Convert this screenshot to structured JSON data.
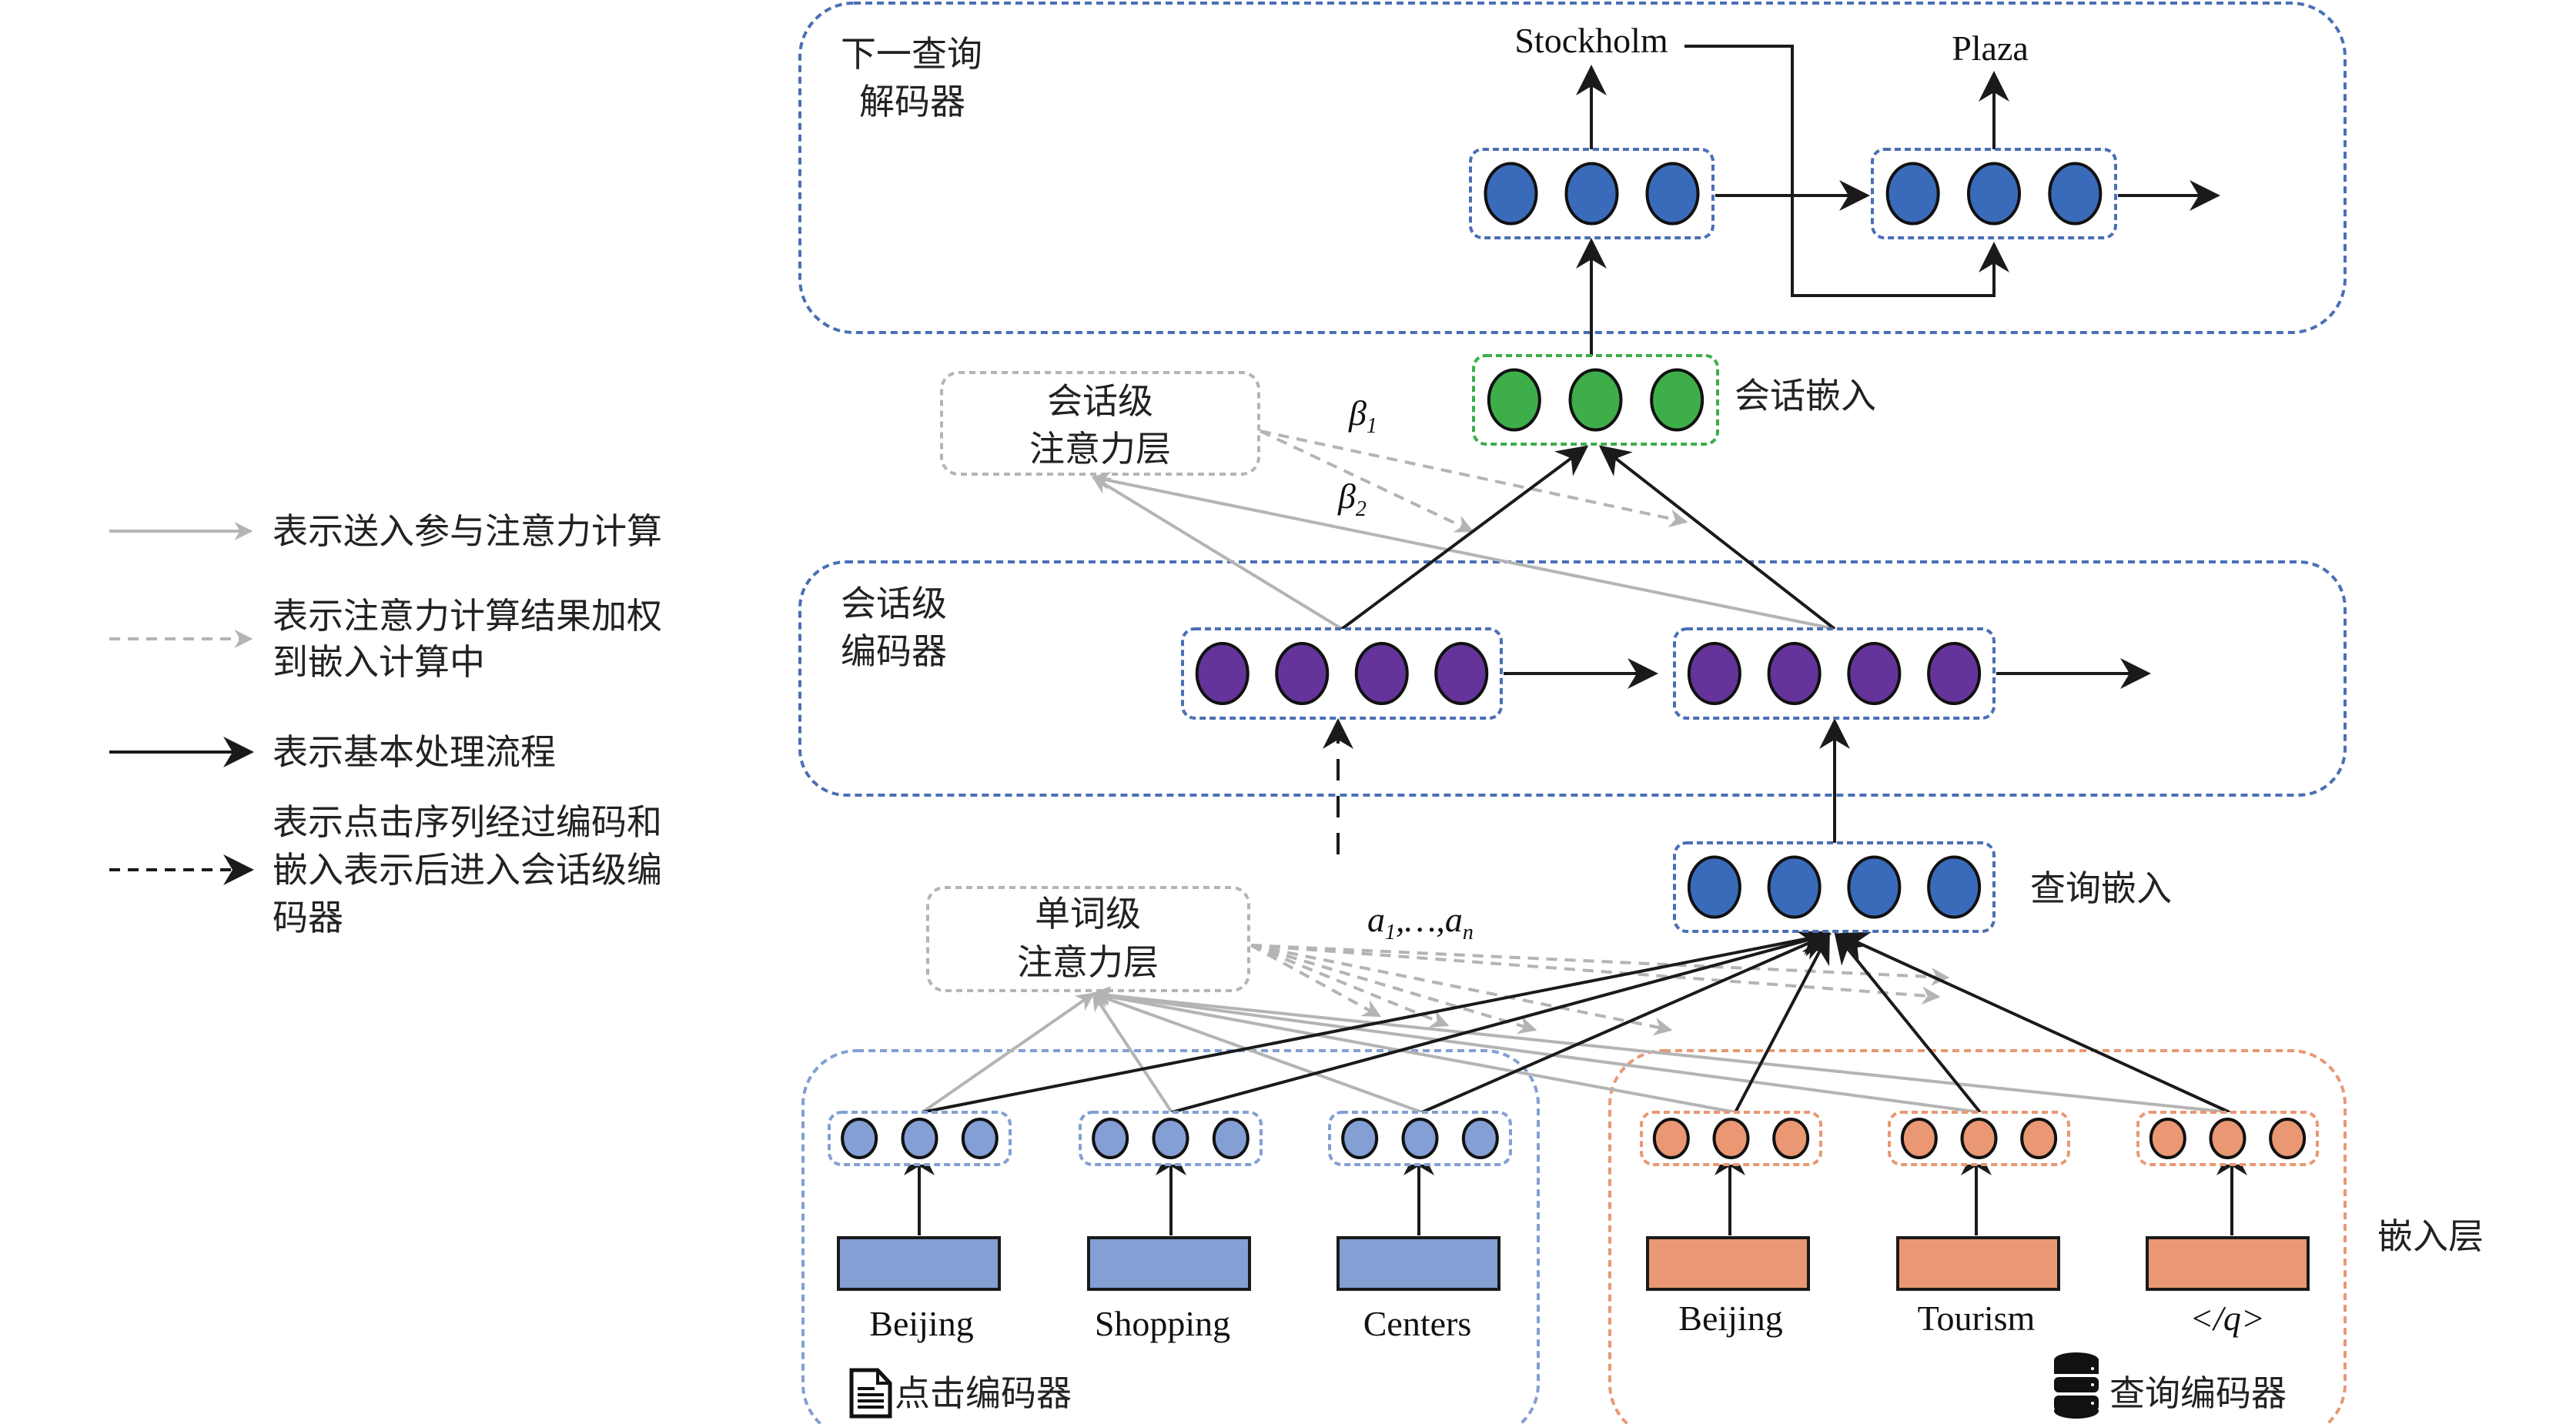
{
  "diagram": {
    "decoder": {
      "label_line1": "下一查询",
      "label_line2": "解码器",
      "outputs": [
        "Stockholm",
        "Plaza"
      ]
    },
    "session_embedding": {
      "label": "会话嵌入"
    },
    "session_attention": {
      "label_line1": "会话级",
      "label_line2": "注意力层",
      "weights": [
        "β",
        "β"
      ],
      "weight_subs": [
        "1",
        "2"
      ]
    },
    "session_encoder": {
      "label_line1": "会话级",
      "label_line2": "编码器"
    },
    "query_embedding": {
      "label": "查询嵌入"
    },
    "word_attention": {
      "label_line1": "单词级",
      "label_line2": "注意力层",
      "weights_text": "a",
      "weights_sub1": "1",
      "weights_mid": ",…,a",
      "weights_subn": "n"
    },
    "click_encoder": {
      "label": "点击编码器",
      "icon": "document-icon",
      "words": [
        "Beijing",
        "Shopping",
        "Centers"
      ]
    },
    "query_encoder": {
      "label": "查询编码器",
      "icon": "database-icon",
      "words": [
        "Beijing",
        "Tourism",
        "</q>"
      ]
    },
    "embedding_layer": {
      "label": "嵌入层"
    },
    "legend": [
      {
        "style": "gray-solid",
        "lines": [
          "表示送入参与注意力计算"
        ]
      },
      {
        "style": "gray-dashed",
        "lines": [
          "表示注意力计算结果加权",
          "到嵌入计算中"
        ]
      },
      {
        "style": "black-solid",
        "lines": [
          "表示基本处理流程"
        ]
      },
      {
        "style": "black-dashed",
        "lines": [
          "表示点击序列经过编码和",
          "嵌入表示后进入会话级编",
          "码器"
        ]
      }
    ],
    "colors": {
      "blue_dark": "#3A6BBA",
      "blue_light": "#839FD3",
      "purple": "#64349A",
      "green": "#3DAE4A",
      "orange": "#E99873",
      "box_blue": "#4A6FB5",
      "box_orange": "#E99873",
      "box_green": "#3DAE4A",
      "gray": "#B4B4B4"
    }
  }
}
